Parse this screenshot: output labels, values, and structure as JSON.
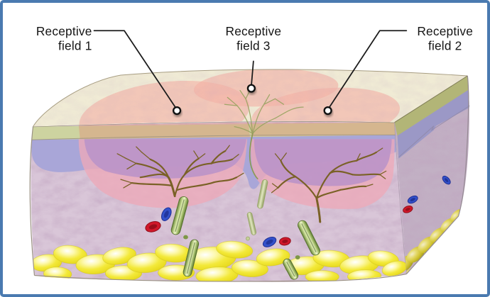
{
  "figure_labels": {
    "field1": {
      "line1": "Receptive",
      "line2": "field 1"
    },
    "field3": {
      "line1": "Receptive",
      "line2": "field 3"
    },
    "field2": {
      "line1": "Receptive",
      "line2": "field 2"
    }
  },
  "palette": {
    "frame_blue": "#4a7ab0",
    "skin_surface_cream": "#f0ebd5",
    "receptive_field_pink": "#f3b2a7",
    "epidermis_band_green": "#cdd3a0",
    "papillary_periwinkle": "#a9a6d8",
    "field_projection_purple": "#ba93c8",
    "field_projection_pink": "#eda9b8",
    "dermis_mauve": "#d9c6d8",
    "side_dermis_mauve": "#c2b0c4",
    "nerve_brown": "#7a6126",
    "myelin_green": "#a9c36d",
    "fat_yellow": "#f2ea25",
    "red_blood_cell": "#d0182a",
    "blue_cell": "#3351cb",
    "marker_dot_fill": "#ffffff",
    "leader_line_black": "#1c1c1c"
  }
}
